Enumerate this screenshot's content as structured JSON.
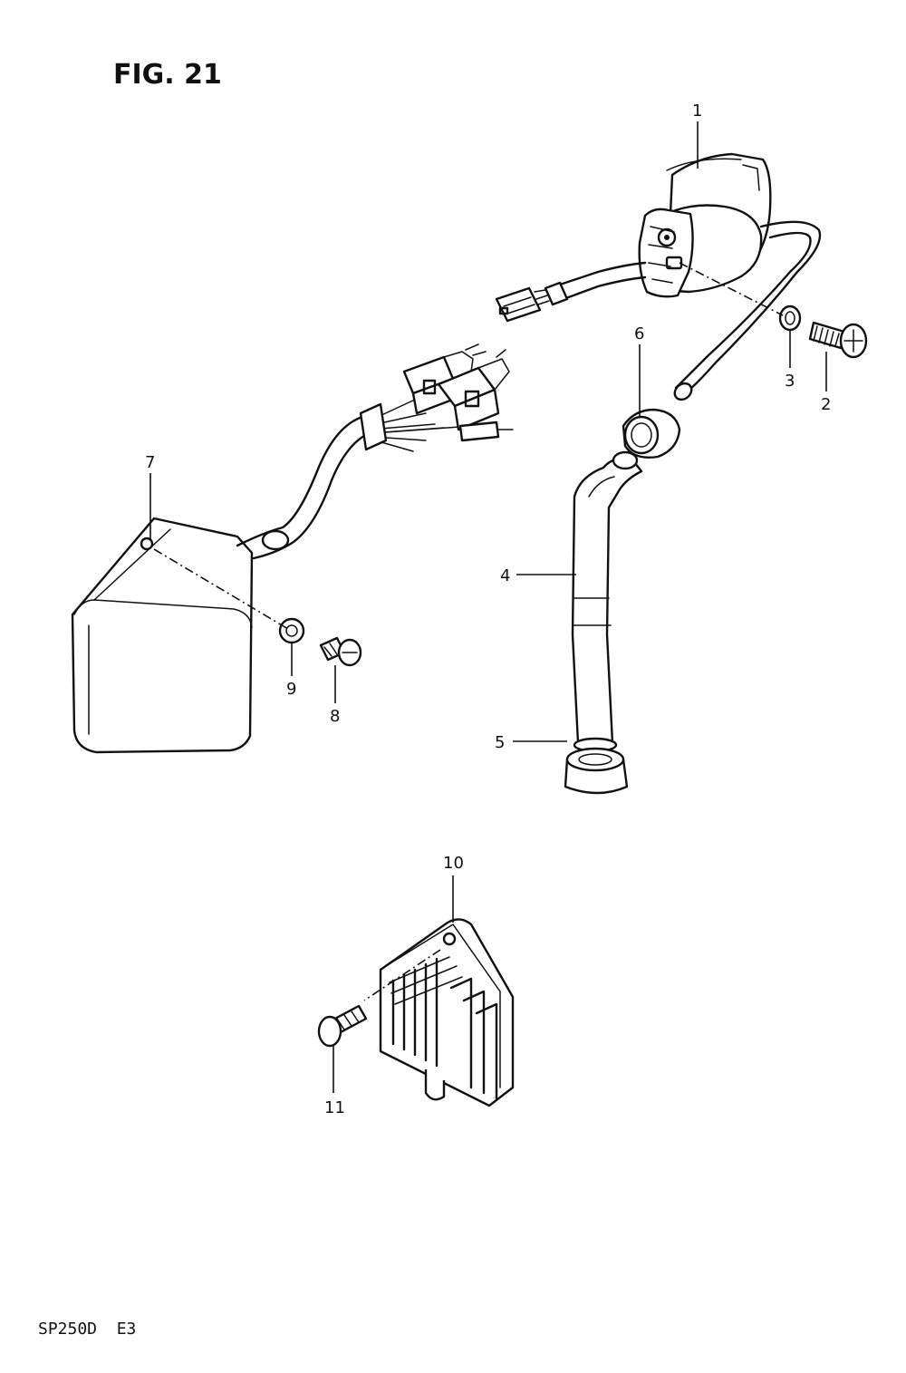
{
  "figure": {
    "title": "FIG. 21",
    "model_code": "SP250D  E3"
  },
  "callouts": [
    {
      "id": "1",
      "label": "1"
    },
    {
      "id": "2",
      "label": "2"
    },
    {
      "id": "3",
      "label": "3"
    },
    {
      "id": "4",
      "label": "4"
    },
    {
      "id": "5",
      "label": "5"
    },
    {
      "id": "6",
      "label": "6"
    },
    {
      "id": "7",
      "label": "7"
    },
    {
      "id": "8",
      "label": "8"
    },
    {
      "id": "9",
      "label": "9"
    },
    {
      "id": "10",
      "label": "10"
    },
    {
      "id": "11",
      "label": "11"
    }
  ],
  "colors": {
    "ink": "#111111",
    "paper": "#ffffff"
  }
}
